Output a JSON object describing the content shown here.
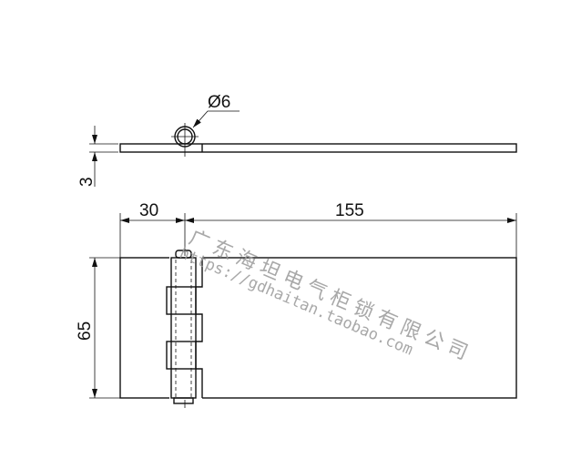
{
  "dimensions": {
    "pin_diameter": "Ø6",
    "thickness": "3",
    "pin_offset": "30",
    "leaf_length": "155",
    "height": "65"
  },
  "watermark": {
    "company": "广东海坦电气柜锁有限公司",
    "url": "https://gdhaitan.taobao.com"
  }
}
